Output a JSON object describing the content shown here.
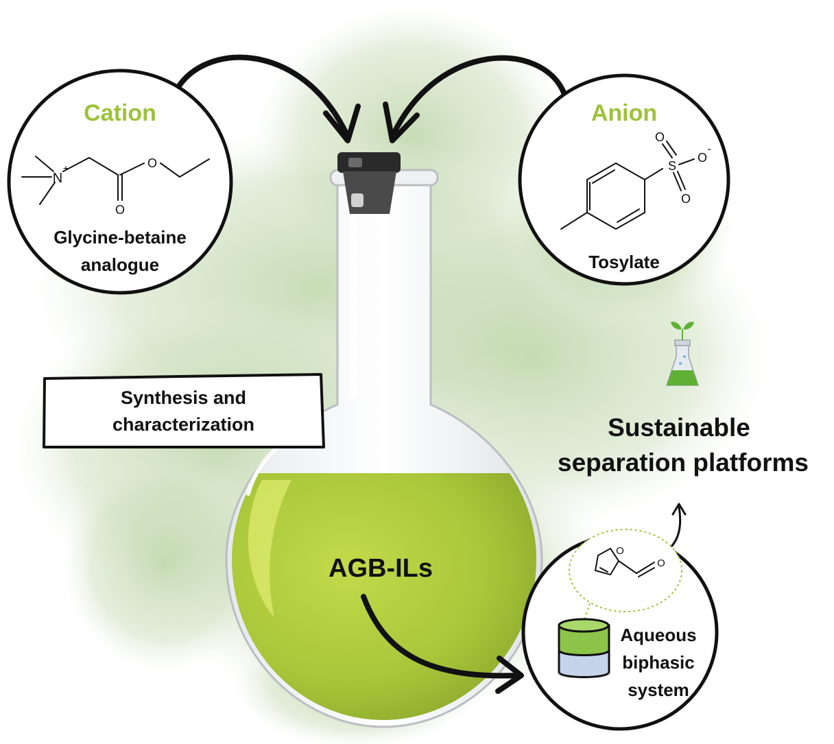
{
  "cation": {
    "title": "Cation",
    "caption_line1": "Glycine-betaine",
    "caption_line2": "analogue",
    "atom_n": "N",
    "atom_o_ester": "O",
    "atom_o_carbonyl": "O",
    "charge": "+"
  },
  "anion": {
    "title": "Anion",
    "caption": "Tosylate",
    "atom_s": "S",
    "atom_o1": "O",
    "atom_o2": "O",
    "atom_o3": "O",
    "charge": "-"
  },
  "synthesis_box": {
    "line1": "Synthesis and",
    "line2": "characterization"
  },
  "flask_label": "AGB-ILs",
  "sustainable": {
    "line1": "Sustainable",
    "line2": "separation platforms",
    "icon": "plant-flask-icon"
  },
  "abs": {
    "line1": "Aqueous",
    "line2": "biphasic",
    "line3": "system",
    "atom_o_ring": "O",
    "atom_o_aldehyde": "O"
  },
  "colors": {
    "accent_green": "#9dc23b",
    "liquid_green": "#b0cc3c",
    "watercolor_green": "#c9dbb5",
    "outline": "#111111"
  }
}
